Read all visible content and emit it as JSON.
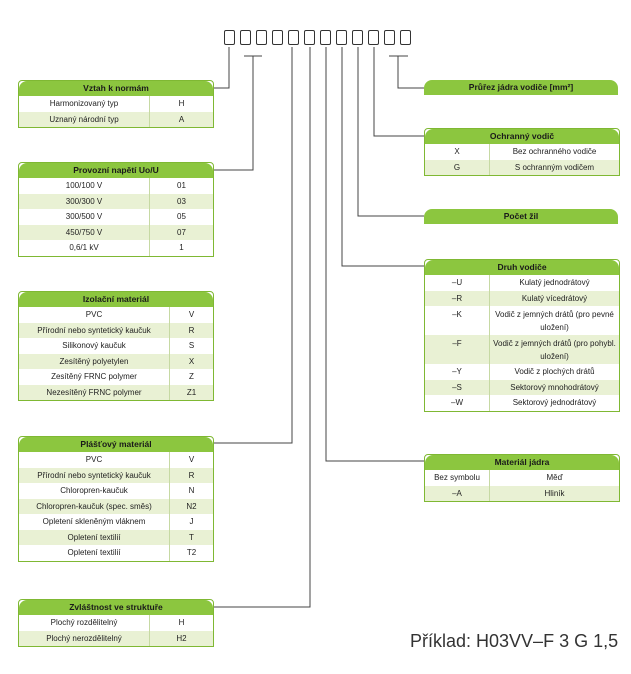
{
  "code_box_count": 12,
  "colors": {
    "accent": "#8cc63f",
    "border": "#7fb833",
    "alt_row": "#e9f1d4",
    "line": "#444444"
  },
  "left": {
    "vztah": {
      "title": "Vztah k normám",
      "rows": [
        [
          "Harmonizovaný typ",
          "H"
        ],
        [
          "Uznaný národní typ",
          "A"
        ]
      ]
    },
    "napeti": {
      "title": "Provozní napětí Uo/U",
      "rows": [
        [
          "100/100 V",
          "01"
        ],
        [
          "300/300 V",
          "03"
        ],
        [
          "300/500 V",
          "05"
        ],
        [
          "450/750 V",
          "07"
        ],
        [
          "0,6/1 kV",
          "1"
        ]
      ]
    },
    "izolace": {
      "title": "Izolační materiál",
      "rows": [
        [
          "PVC",
          "V"
        ],
        [
          "Přírodní nebo syntetický kaučuk",
          "R"
        ],
        [
          "Silikonový kaučuk",
          "S"
        ],
        [
          "Zesítěný polyetylen",
          "X"
        ],
        [
          "Zesítěný FRNC polymer",
          "Z"
        ],
        [
          "Nezesítěný FRNC polymer",
          "Z1"
        ]
      ]
    },
    "plast": {
      "title": "Plášťový materiál",
      "rows": [
        [
          "PVC",
          "V"
        ],
        [
          "Přírodní nebo syntetický kaučuk",
          "R"
        ],
        [
          "Chloropren-kaučuk",
          "N"
        ],
        [
          "Chloropren-kaučuk (spec. směs)",
          "N2"
        ],
        [
          "Opletení skleněným vláknem",
          "J"
        ],
        [
          "Opletení textilií",
          "T"
        ],
        [
          "Opletení textilií",
          "T2"
        ]
      ]
    },
    "struktura": {
      "title": "Zvláštnost ve struktuře",
      "rows": [
        [
          "Plochý rozdělitelný",
          "H"
        ],
        [
          "Plochý nerozdělitelný",
          "H2"
        ]
      ]
    }
  },
  "right": {
    "prurez": {
      "title": "Průřez jádra vodiče [mm²]"
    },
    "ochranny": {
      "title": "Ochranný vodič",
      "rows": [
        [
          "X",
          "Bez ochranného vodiče"
        ],
        [
          "G",
          "S ochranným vodičem"
        ]
      ]
    },
    "pocet": {
      "title": "Počet žil"
    },
    "druh": {
      "title": "Druh vodiče",
      "rows": [
        [
          "–U",
          "Kulatý jednodrátový"
        ],
        [
          "–R",
          "Kulatý vícedrátový"
        ],
        [
          "–K",
          "Vodič z jemných drátů (pro pevné uložení)"
        ],
        [
          "–F",
          "Vodič z jemných drátů (pro pohybl. uložení)"
        ],
        [
          "–Y",
          "Vodič z plochých drátů"
        ],
        [
          "–S",
          "Sektorový mnohodrátový"
        ],
        [
          "–W",
          "Sektorový jednodrátový"
        ]
      ]
    },
    "jadro": {
      "title": "Materiál jádra",
      "rows": [
        [
          "Bez symbolu",
          "Měď"
        ],
        [
          "–A",
          "Hliník"
        ]
      ]
    }
  },
  "example": "Příklad: H03VV–F 3 G 1,5"
}
